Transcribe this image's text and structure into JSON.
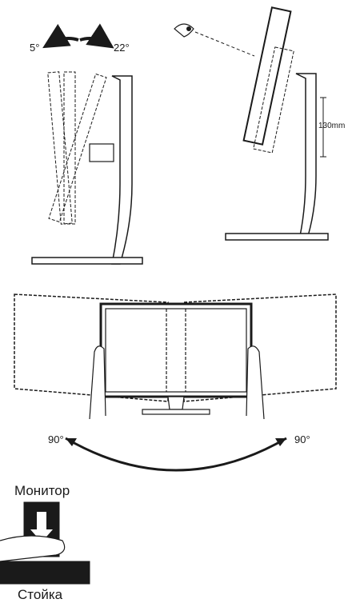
{
  "tilt": {
    "front_angle": "5°",
    "back_angle": "22°"
  },
  "height": {
    "adjust_range": "130mm"
  },
  "swivel": {
    "left_angle": "90°",
    "right_angle": "90°"
  },
  "install": {
    "monitor_label": "Монитор",
    "stand_label": "Стойка"
  }
}
